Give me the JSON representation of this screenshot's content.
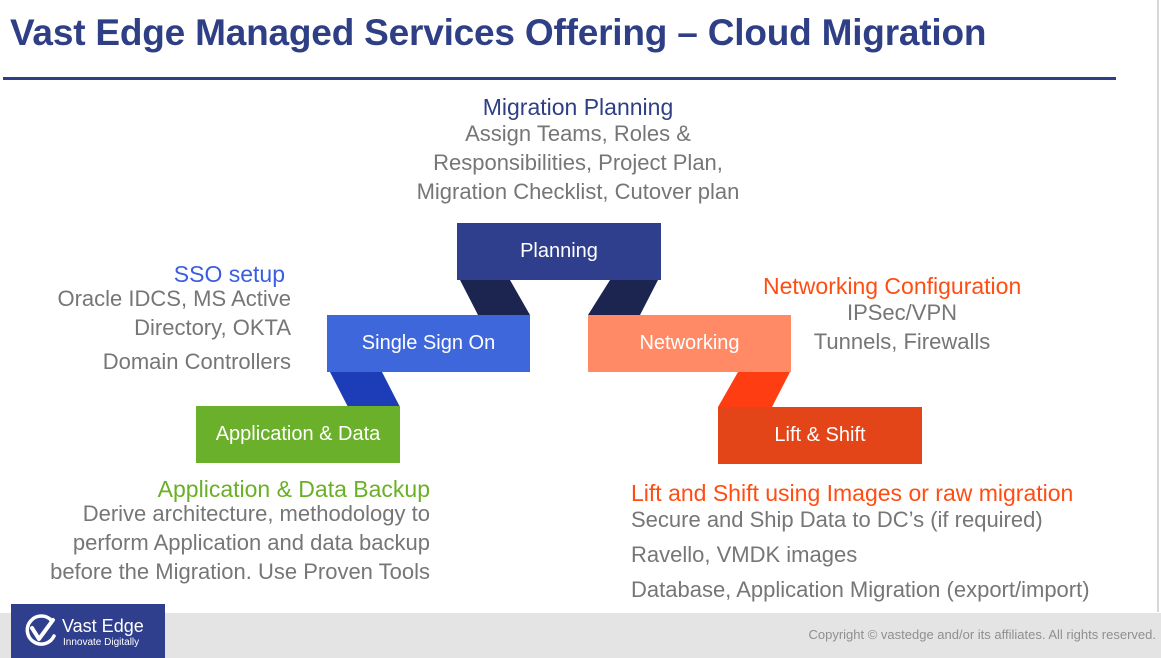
{
  "title": "Vast Edge Managed Services Offering – Cloud Migration",
  "colors": {
    "title_navy": "#2e3f85",
    "planning_box": "#2f3f8e",
    "sso_box": "#3f67dc",
    "networking_box": "#ff8a65",
    "app_box": "#6bb02a",
    "liftshift_box": "#e34519",
    "body_grey": "#767676"
  },
  "migration_planning": {
    "heading": "Migration Planning",
    "lines": [
      "Assign Teams, Roles &",
      "Responsibilities, Project Plan,",
      "Migration Checklist, Cutover plan"
    ]
  },
  "sso": {
    "heading": "SSO setup",
    "lines": [
      "Oracle IDCS, MS Active",
      "Directory, OKTA"
    ],
    "extra_line": "Domain Controllers"
  },
  "networking_config": {
    "heading": "Networking Configuration",
    "lines": [
      "IPSec/VPN",
      "Tunnels, Firewalls"
    ]
  },
  "app_backup": {
    "heading": "Application & Data Backup",
    "lines": [
      "Derive architecture, methodology to",
      "perform Application and data backup",
      "before the Migration. Use Proven Tools"
    ]
  },
  "lift_shift": {
    "heading": "Lift and Shift using Images or raw migration",
    "lines": [
      "Secure and Ship Data to DC’s (if required)",
      "Ravello, VMDK images",
      "Database, Application Migration (export/import)"
    ]
  },
  "steps": {
    "planning": "Planning",
    "sso": "Single Sign On",
    "networking": "Networking",
    "app_data": "Application & Data",
    "lift_shift": "Lift & Shift"
  },
  "footer": {
    "copyright": "Copyright © vastedge and/or its affiliates. All rights reserved.",
    "logo_name": "Vast Edge",
    "logo_tagline": "Innovate Digitally",
    "logo_icon": "vast-edge-v-check-icon"
  }
}
